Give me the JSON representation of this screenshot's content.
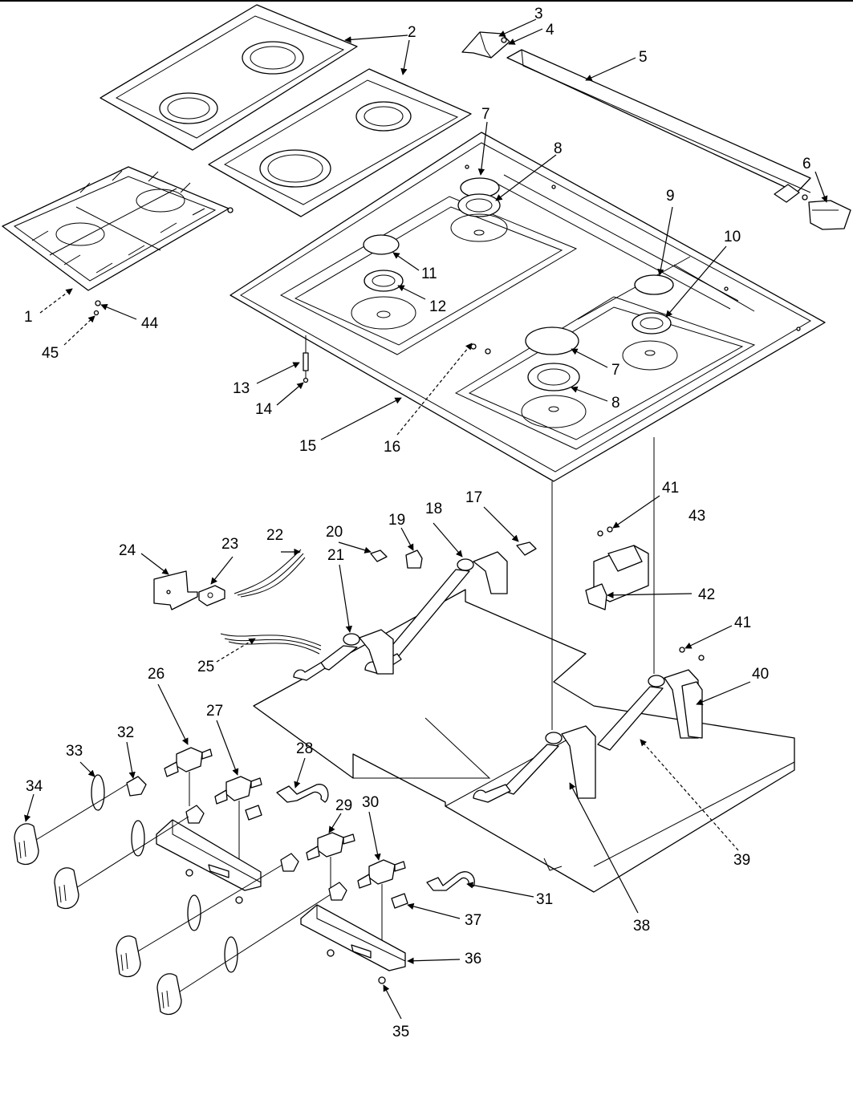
{
  "callouts": [
    "1",
    "2",
    "3",
    "4",
    "5",
    "6",
    "7",
    "8",
    "9",
    "10",
    "11",
    "12",
    "13",
    "14",
    "15",
    "16",
    "17",
    "18",
    "19",
    "20",
    "21",
    "22",
    "23",
    "24",
    "25",
    "26",
    "27",
    "28",
    "29",
    "30",
    "31",
    "32",
    "33",
    "34",
    "35",
    "36",
    "37",
    "38",
    "39",
    "40",
    "41",
    "42",
    "43",
    "44",
    "45"
  ]
}
